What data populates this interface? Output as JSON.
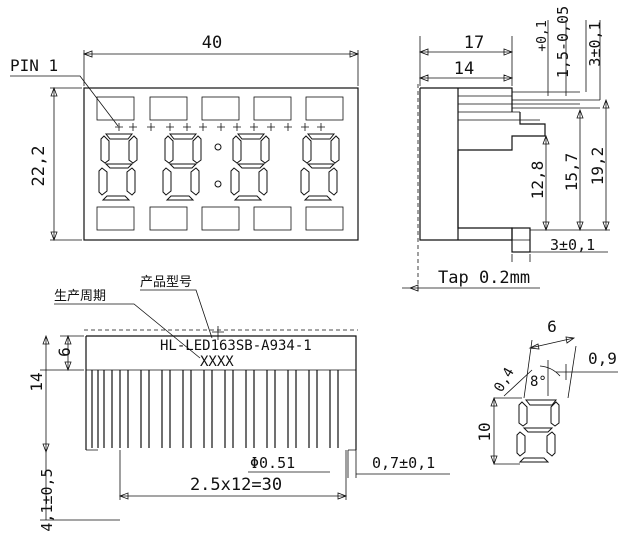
{
  "front_view": {
    "width_dim": "40",
    "height_dim": "22,2",
    "pin_label": "PIN 1",
    "digits": 4
  },
  "side_view": {
    "dim_17": "17",
    "dim_14": "14",
    "dim_tol": "1,5-0,05",
    "dim_tol_sup": "+0,1",
    "dim_3_top": "3±0,1",
    "dim_12_8": "12,8",
    "dim_15_7": "15,7",
    "dim_19_2": "19,2",
    "dim_3_bottom": "3±0,1",
    "tap_note": "Tap 0.2mm"
  },
  "bottom_view": {
    "date_label": "生产周期",
    "model_label": "产品型号",
    "part_number": "HL-LED163SB-A934-1",
    "date_code": "XXXX",
    "dim_6": "6",
    "dim_14": "14",
    "dim_pin_dia": "Φ0.51",
    "dim_pin_width": "0,7±0,1",
    "dim_pitch": "2.5x12=30",
    "dim_pin_len": "4,1±0,5",
    "pin_count": 13
  },
  "segment_detail": {
    "dim_6": "6",
    "dim_0_9": "0,9",
    "dim_0_4": "0,4",
    "dim_angle": "8°",
    "dim_10": "10"
  }
}
